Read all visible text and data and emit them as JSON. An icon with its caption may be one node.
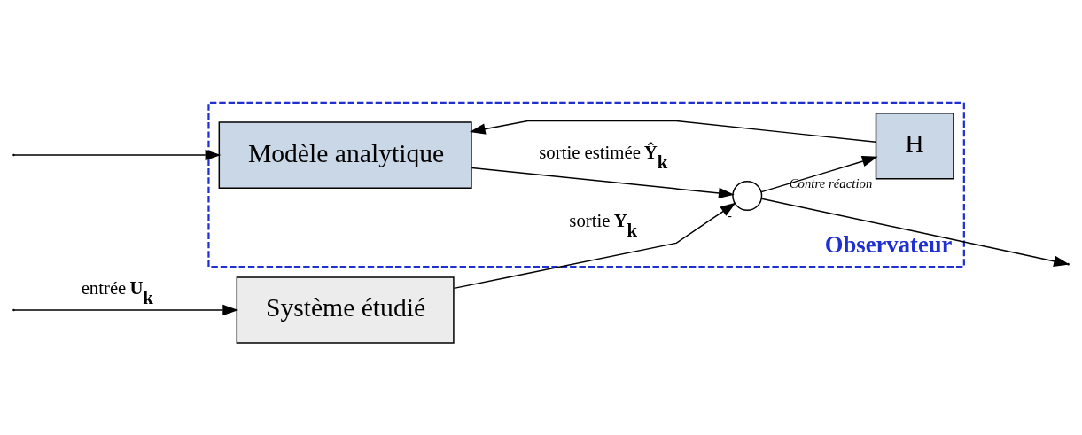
{
  "diagram": {
    "nodes": [
      {
        "text": [
          "Observateur"
        ]
      },
      {
        "text": [
          "Système étudié"
        ]
      },
      {
        "text": [
          "Modèle analytique"
        ],
        "in": 0
      },
      {
        "text": [],
        "shape": "circle",
        "in": 0,
        "beside": [
          "-"
        ]
      },
      {
        "text": [
          "H"
        ],
        "in": 0,
        "beside": [
          "Contre réaction"
        ]
      }
    ],
    "edges": [
      {
        "from": null,
        "to": 1,
        "arrow": "to",
        "label": "entrée **U**$_{k}$"
      },
      {
        "from": null,
        "to": 2,
        "arrow": "to"
      },
      {
        "from": 1,
        "to": 3,
        "arrow": "to",
        "label": "sortie **Y**$_{k}$"
      },
      {
        "from": 2,
        "to": 3,
        "arrow": "to",
        "label": "sortie estimée **Ŷ**$_{k}$"
      },
      {
        "from": 3,
        "to": null,
        "arrow": "to"
      },
      {
        "from": 3,
        "to": 4,
        "arrow": "to"
      },
      {
        "from": 4,
        "to": 2,
        "arrow": "to"
      }
    ]
  }
}
